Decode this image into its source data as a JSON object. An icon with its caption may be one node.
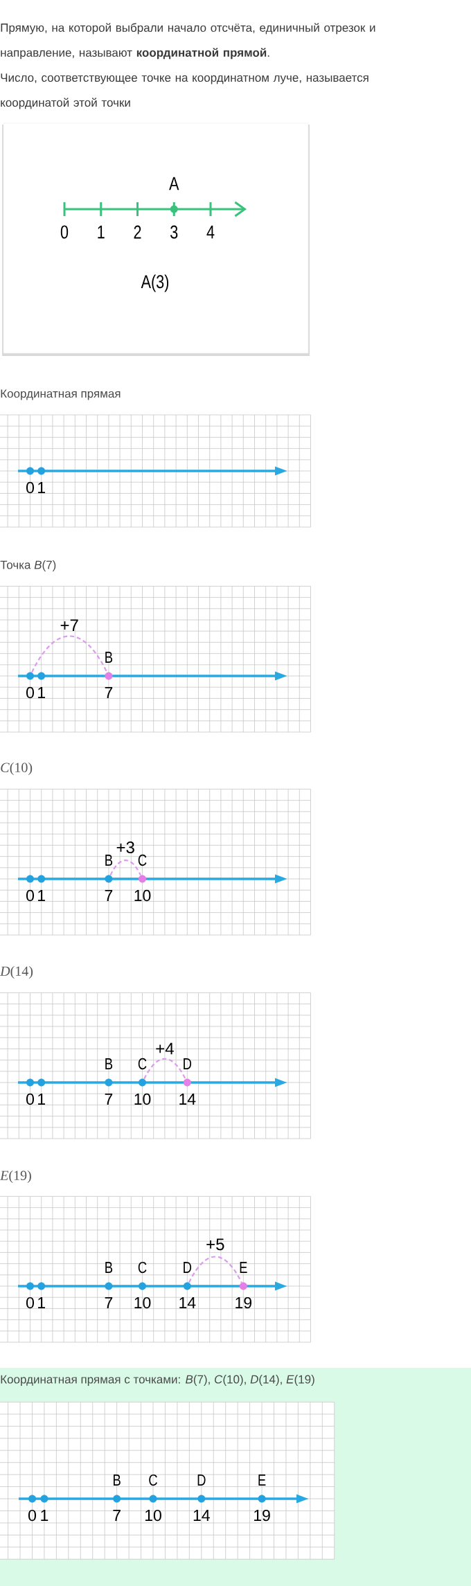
{
  "diagram": {
    "nodes": [
      {
        "text": [],
        "shape": "circle",
        "beside": [
          "A"
        ]
      },
      {
        "text": [],
        "shape": "circle",
        "beside": [
          "0"
        ]
      },
      {
        "text": [],
        "shape": "circle",
        "beside": [
          "1"
        ]
      },
      {
        "text": [],
        "shape": "circle",
        "beside": [
          "0"
        ]
      },
      {
        "text": [],
        "shape": "circle",
        "beside": [
          "1"
        ]
      },
      {
        "text": [],
        "shape": "circle",
        "beside": [
          "B",
          "7"
        ]
      },
      {
        "text": [],
        "shape": "circle",
        "beside": [
          "0"
        ]
      },
      {
        "text": [],
        "shape": "circle",
        "beside": [
          "1"
        ]
      },
      {
        "text": [],
        "shape": "circle",
        "beside": [
          "B",
          "7"
        ]
      },
      {
        "text": [],
        "shape": "circle",
        "beside": [
          "C",
          "10"
        ]
      },
      {
        "text": [],
        "shape": "circle",
        "beside": [
          "0"
        ]
      },
      {
        "text": [],
        "shape": "circle",
        "beside": [
          "1"
        ]
      },
      {
        "text": [],
        "shape": "circle",
        "beside": [
          "B",
          "7"
        ]
      },
      {
        "text": [],
        "shape": "circle",
        "beside": [
          "C",
          "10"
        ]
      },
      {
        "text": [],
        "shape": "circle",
        "beside": [
          "D",
          "14"
        ]
      },
      {
        "text": [],
        "shape": "circle",
        "beside": [
          "0"
        ]
      },
      {
        "text": [],
        "shape": "circle",
        "beside": [
          "1"
        ]
      },
      {
        "text": [],
        "shape": "circle",
        "beside": [
          "B",
          "7"
        ]
      },
      {
        "text": [],
        "shape": "circle",
        "beside": [
          "C",
          "10"
        ]
      },
      {
        "text": [],
        "shape": "circle",
        "beside": [
          "D",
          "14"
        ]
      },
      {
        "text": [],
        "shape": "circle",
        "beside": [
          "E",
          "19"
        ]
      },
      {
        "text": [],
        "shape": "circle",
        "beside": [
          "0"
        ]
      },
      {
        "text": [],
        "shape": "circle",
        "beside": [
          "1"
        ]
      },
      {
        "text": [],
        "shape": "circle",
        "beside": [
          "B",
          "7"
        ]
      },
      {
        "text": [],
        "shape": "circle",
        "beside": [
          "C",
          "10"
        ]
      },
      {
        "text": [],
        "shape": "circle",
        "beside": [
          "D",
          "14"
        ]
      },
      {
        "text": [],
        "shape": "circle",
        "beside": [
          "E",
          "19"
        ]
      }
    ],
    "edges": [
      {
        "from": 3,
        "to": 5,
        "arrow": "none",
        "label": "+7",
        "style": "dashed"
      },
      {
        "from": 8,
        "to": 9,
        "arrow": "none",
        "label": "+3",
        "style": "dashed"
      },
      {
        "from": 13,
        "to": 14,
        "arrow": "none",
        "label": "+4",
        "style": "dashed"
      },
      {
        "from": 19,
        "to": 20,
        "arrow": "none",
        "label": "+5",
        "style": "dashed"
      }
    ],
    "labels": [
      "Прямую, на которой выбрали начало отсчёта, единичный отрезок и направление, называют **координатной прямой**.",
      "Число, соответствующее точке на координатном луче, называется координатой этой точки",
      "0",
      "1",
      "2",
      "3",
      "4",
      "A(3)",
      "Координатная прямая",
      "Точка *B*(7)",
      "*C*(10)",
      "*D*(14)",
      "*E*(19)",
      "Координатная прямая с точками: *B*(7), *C*(10), *D*(14), *E*(19)"
    ]
  }
}
